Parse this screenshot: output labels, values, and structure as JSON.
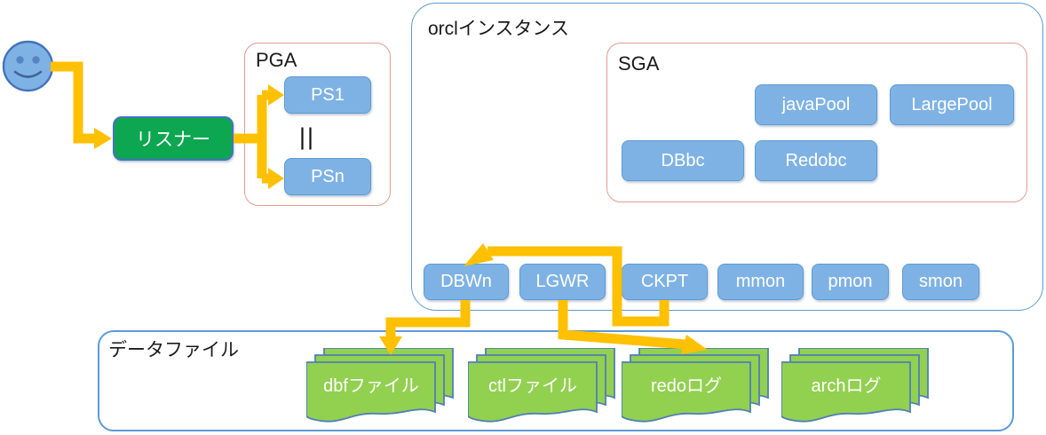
{
  "colors": {
    "box_blue_fill": "#7FB2E4",
    "box_blue_border": "#5B9BD5",
    "listener_green_fill": "#0CA750",
    "listener_border": "#4472C4",
    "document_green_fill": "#92D050",
    "document_border": "#4F7EB8",
    "arrow_yellow": "#FFC000",
    "container_salmon_border": "#E49B92",
    "container_blue_border": "#5B9BD5",
    "smiley_fill": "#7FB2E4"
  },
  "user": {
    "icon": "smiley-user-icon"
  },
  "listener": {
    "label": "リスナー"
  },
  "pga": {
    "title": "PGA",
    "items": [
      "PS1",
      "PSn"
    ],
    "parallel_symbol": "||"
  },
  "instance": {
    "title": "orclインスタンス",
    "sga": {
      "title": "SGA",
      "boxes": [
        "javaPool",
        "LargePool",
        "DBbc",
        "Redobc"
      ]
    },
    "processes": [
      "DBWn",
      "LGWR",
      "CKPT",
      "mmon",
      "pmon",
      "smon"
    ]
  },
  "datafiles": {
    "title": "データファイル",
    "docs": [
      "dbfファイル",
      "ctlファイル",
      "redoログ",
      "archログ"
    ]
  },
  "arrows": [
    {
      "from": "user",
      "to": "listener"
    },
    {
      "from": "listener",
      "to": "PS1"
    },
    {
      "from": "listener",
      "to": "PSn"
    },
    {
      "from": "CKPT",
      "to": "DBWn"
    },
    {
      "from": "DBWn",
      "to": "dbfファイル"
    },
    {
      "from": "LGWR",
      "to": "redoログ"
    }
  ]
}
